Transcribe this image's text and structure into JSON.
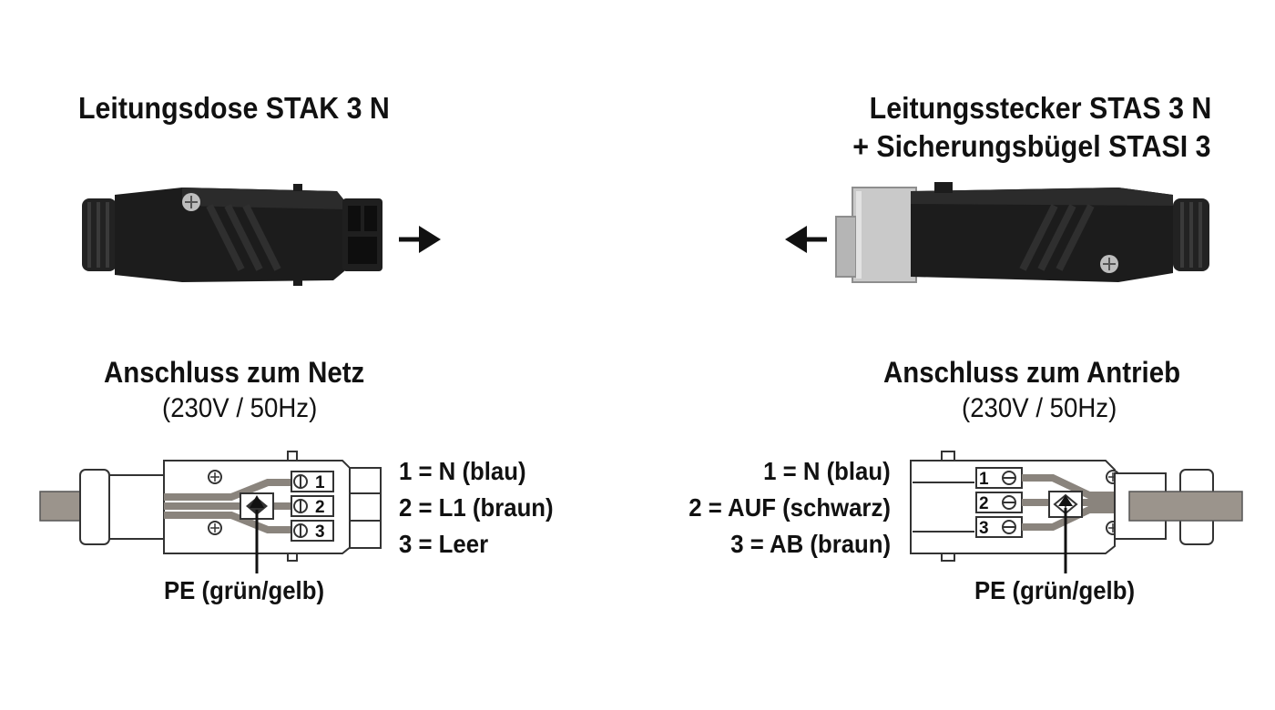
{
  "left": {
    "title": "Leitungsdose STAK 3 N",
    "connection_title": "Anschluss zum Netz",
    "connection_spec": "(230V / 50Hz)",
    "terminal_numbers": [
      "1",
      "2",
      "3"
    ],
    "pins": [
      "1 = N (blau)",
      "2 = L1 (braun)",
      "3 = Leer"
    ],
    "pe_label": "PE (grün/gelb)"
  },
  "right": {
    "title_line1": "Leitungsstecker STAS 3 N",
    "title_line2": "+ Sicherungsbügel STASI 3",
    "connection_title": "Anschluss zum Antrieb",
    "connection_spec": "(230V / 50Hz)",
    "terminal_numbers": [
      "1",
      "2",
      "3"
    ],
    "pins": [
      "1 = N (blau)",
      "2 = AUF (schwarz)",
      "3 = AB (braun)"
    ],
    "pe_label": "PE (grün/gelb)"
  },
  "icons": [
    "arrow-right-icon",
    "arrow-left-icon"
  ],
  "colors": {
    "connector_body": "#1c1c1c",
    "cable": "#9b948c",
    "bracket_metal": "#c9c9c9",
    "text": "#111111"
  }
}
